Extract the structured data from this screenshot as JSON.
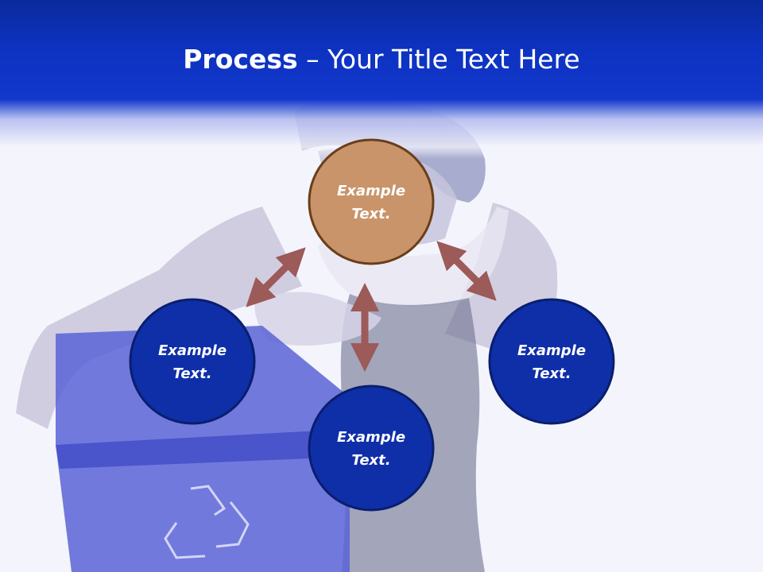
{
  "title": {
    "bold": "Process",
    "rest": " – Your Title Text Here"
  },
  "nodes": {
    "top": {
      "line1": "Example",
      "line2": "Text."
    },
    "left": {
      "line1": "Example",
      "line2": "Text."
    },
    "right": {
      "line1": "Example",
      "line2": "Text."
    },
    "bottom": {
      "line1": "Example",
      "line2": "Text."
    }
  },
  "colors": {
    "header_blue": "#0d32c0",
    "node_blue": "#0f2fa8",
    "node_tan": "#c9946a",
    "arrow": "#9c5a58"
  }
}
